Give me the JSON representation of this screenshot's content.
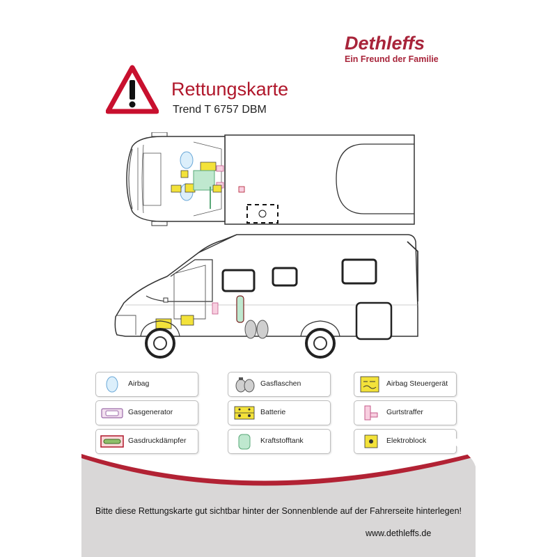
{
  "brand": {
    "name": "Dethleffs",
    "tagline": "Ein Freund der Familie",
    "color": "#a8243a"
  },
  "header": {
    "title": "Rettungskarte",
    "subtitle": "Trend T 6757 DBM",
    "title_color": "#b0172b"
  },
  "legend": {
    "items": [
      {
        "label": "Airbag",
        "icon": "airbag-icon"
      },
      {
        "label": "Gasflaschen",
        "icon": "gas-cylinder-icon"
      },
      {
        "label": "Airbag Steuergerät",
        "icon": "airbag-control-unit-icon"
      },
      {
        "label": "Gasgenerator",
        "icon": "gas-generator-icon"
      },
      {
        "label": "Batterie",
        "icon": "battery-icon"
      },
      {
        "label": "Gurtstraffer",
        "icon": "belt-tensioner-icon"
      },
      {
        "label": "Gasdruckdämpfer",
        "icon": "gas-spring-icon"
      },
      {
        "label": "Kraftstofftank",
        "icon": "fuel-tank-icon"
      },
      {
        "label": "Elektroblock",
        "icon": "electro-block-icon"
      }
    ]
  },
  "footer": {
    "instruction": "Bitte diese Rettungskarte gut sichtbar hinter der Sonnenblende auf der Fahrerseite hinterlegen!",
    "url": "www.dethleffs.de"
  }
}
